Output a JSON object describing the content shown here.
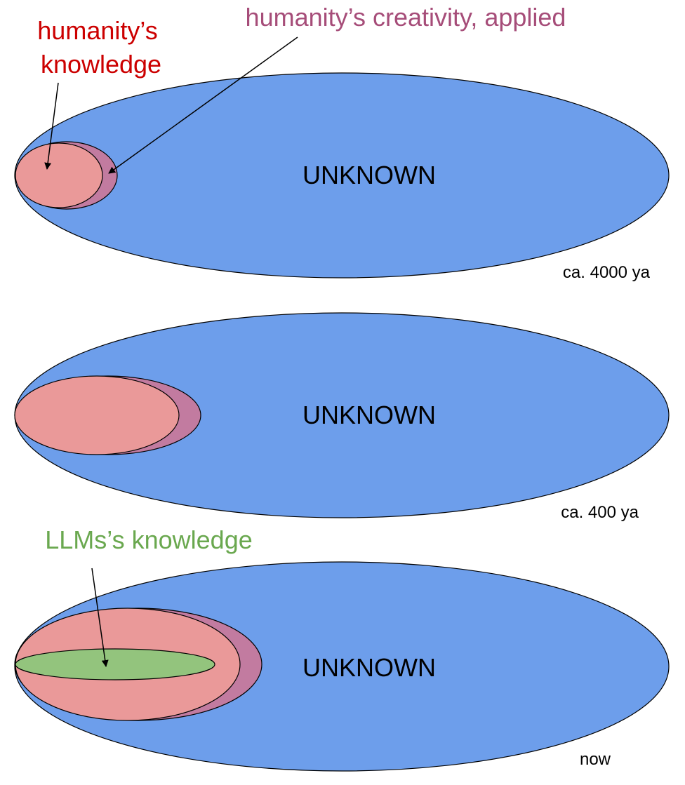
{
  "labels": {
    "humanity_knowledge_line1": "humanity’s",
    "humanity_knowledge_line2": "knowledge",
    "humanity_creativity": "humanity’s creativity, applied",
    "llms_knowledge": "LLMs’s knowledge"
  },
  "panels": [
    {
      "unknown_label": "UNKNOWN",
      "era_label": "ca. 4000 ya"
    },
    {
      "unknown_label": "UNKNOWN",
      "era_label": "ca. 400 ya"
    },
    {
      "unknown_label": "UNKNOWN",
      "era_label": "now"
    }
  ],
  "colors": {
    "unknown_fill": "#6d9eeb",
    "knowledge_fill": "#ea9999",
    "creativity_fill": "#c27ba0",
    "llm_fill": "#93c47d",
    "knowledge_text": "#cc0000",
    "creativity_text": "#a64d79",
    "llm_text": "#6aa84f",
    "outline": "#000000"
  }
}
